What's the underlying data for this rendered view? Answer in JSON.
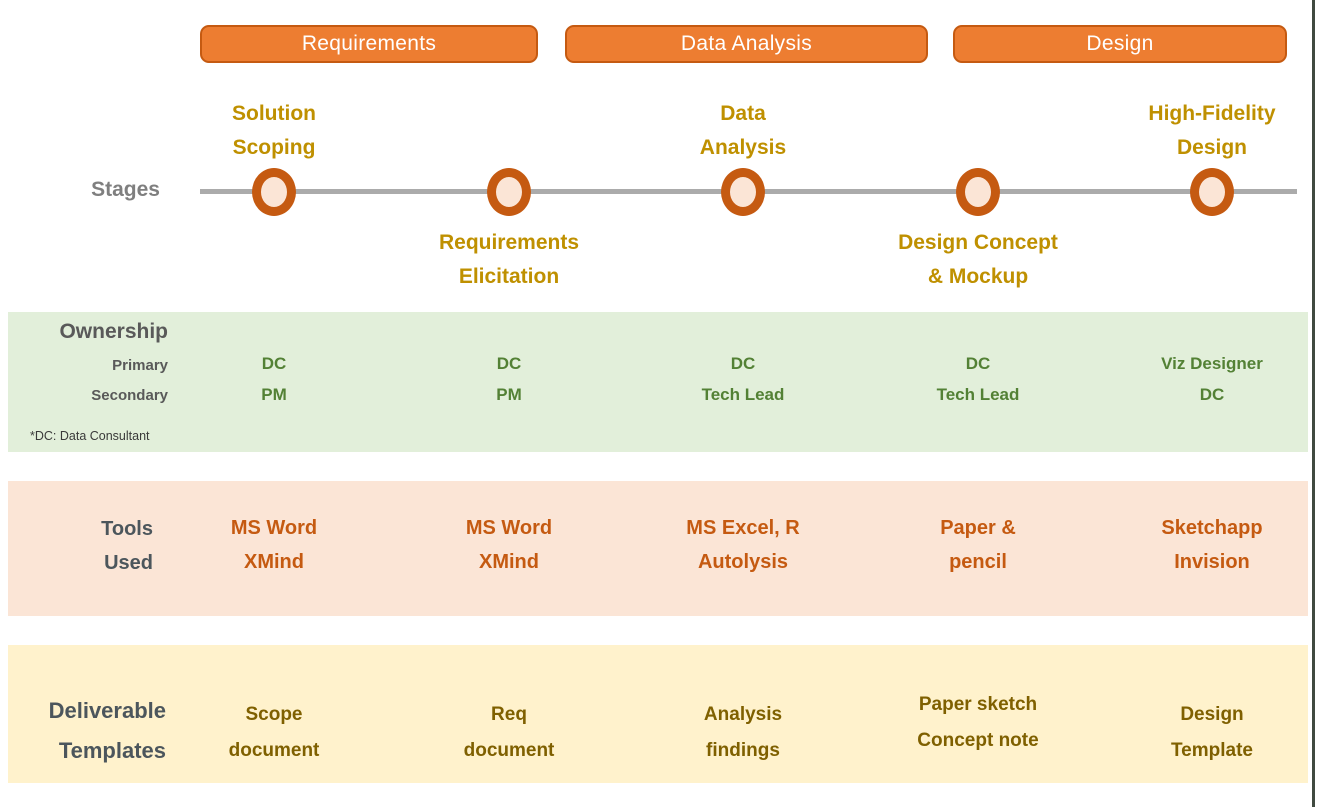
{
  "phases": [
    "Requirements",
    "Data Analysis",
    "Design"
  ],
  "stages": {
    "axis_label": "Stages",
    "milestones": [
      {
        "line1": "Solution",
        "line2": "Scoping",
        "label_position": "above"
      },
      {
        "line1": "Requirements",
        "line2": "Elicitation",
        "label_position": "below"
      },
      {
        "line1": "Data",
        "line2": "Analysis",
        "label_position": "above"
      },
      {
        "line1": "Design Concept",
        "line2": "& Mockup",
        "label_position": "below"
      },
      {
        "line1": "High-Fidelity",
        "line2": "Design",
        "label_position": "above"
      }
    ]
  },
  "ownership": {
    "title": "Ownership",
    "primary_label": "Primary",
    "secondary_label": "Secondary",
    "primary": [
      "DC",
      "DC",
      "DC",
      "DC",
      "Viz Designer"
    ],
    "secondary": [
      "PM",
      "PM",
      "Tech Lead",
      "Tech Lead",
      "DC"
    ],
    "footnote": "*DC: Data Consultant"
  },
  "tools": {
    "title_line1": "Tools",
    "title_line2": "Used",
    "values": [
      [
        "MS Word",
        "XMind"
      ],
      [
        "MS Word",
        "XMind"
      ],
      [
        "MS Excel, R",
        "Autolysis"
      ],
      [
        "Paper &",
        "pencil"
      ],
      [
        "Sketchapp",
        "Invision"
      ]
    ]
  },
  "deliverables": {
    "title_line1": "Deliverable",
    "title_line2": "Templates",
    "values": [
      [
        "Scope",
        "document"
      ],
      [
        "Req",
        "document"
      ],
      [
        "Analysis",
        "findings"
      ],
      [
        "Paper sketch",
        "Concept note"
      ],
      [
        "Design",
        "Template"
      ]
    ]
  },
  "colors": {
    "phase_fill": "#ED7D31",
    "phase_border": "#C55A11",
    "milestone_ring": "#C55A11",
    "milestone_fill": "#FBE5D6",
    "timeline_line": "#ABABAB",
    "stage_label_text": "#BF9000",
    "stages_axis_text": "#7F7F7F",
    "ownership_bg": "#E2EFDA",
    "ownership_value_text": "#538135",
    "ownership_label_text": "#595959",
    "tools_bg": "#FBE5D6",
    "tools_value_text": "#C55A11",
    "section_title_text": "#4C565C",
    "deliverables_bg": "#FFF2CC",
    "deliverables_value_text": "#7F6000"
  }
}
